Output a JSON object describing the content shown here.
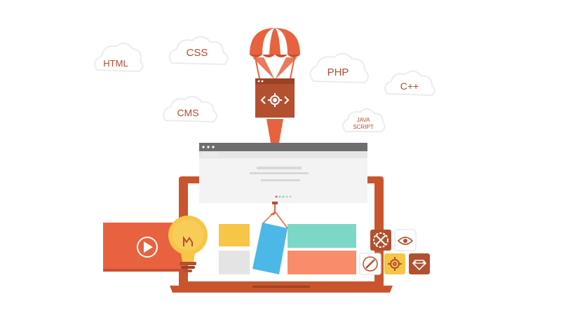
{
  "clouds": [
    {
      "label": "HTML"
    },
    {
      "label": "CSS"
    },
    {
      "label": "PHP"
    },
    {
      "label": "C++"
    },
    {
      "label": "CMS"
    },
    {
      "label": "JAVA SCRIPT",
      "line1": "JAVA",
      "line2": "SCRIPT"
    }
  ],
  "colors": {
    "accent": "#e8623f",
    "dark_accent": "#b3502f",
    "yellow": "#f7c646",
    "teal": "#7dd7c6",
    "coral": "#f98c6b",
    "blue": "#4bb8e8",
    "gray_panel": "#f1f1f1",
    "text_accent": "#b04a32"
  },
  "icons": {
    "package": "gear-code-icon",
    "video": "play-icon",
    "bulb": "lightbulb-icon",
    "tiles": [
      "tools-icon",
      "eye-icon",
      "brush-icon",
      "gear-icon",
      "diamond-icon"
    ]
  }
}
